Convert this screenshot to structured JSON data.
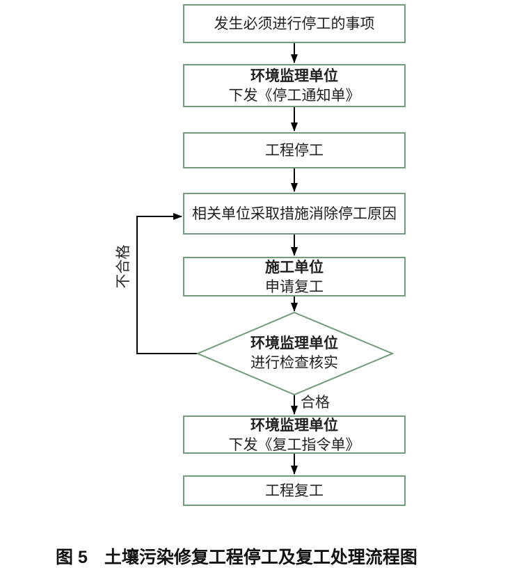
{
  "diagram": {
    "type": "flowchart",
    "nodes": [
      {
        "id": "stop-event",
        "shape": "rect",
        "lines": [
          "发生必须进行停工的事项"
        ]
      },
      {
        "id": "supervisor-notice",
        "shape": "rect",
        "lines": [
          "环境监理单位",
          "下发《停工通知单》"
        ]
      },
      {
        "id": "work-stop",
        "shape": "rect",
        "lines": [
          "工程停工"
        ]
      },
      {
        "id": "eliminate-cause",
        "shape": "rect",
        "lines": [
          "相关单位采取措施消除停工原因"
        ]
      },
      {
        "id": "apply-resume",
        "shape": "rect",
        "lines": [
          "施工单位",
          "申请复工"
        ]
      },
      {
        "id": "inspect-verify",
        "shape": "diamond",
        "lines": [
          "环境监理单位",
          "进行检查核实"
        ]
      },
      {
        "id": "resume-order",
        "shape": "rect",
        "lines": [
          "环境监理单位",
          "下发《复工指令单》"
        ]
      },
      {
        "id": "work-resume",
        "shape": "rect",
        "lines": [
          "工程复工"
        ]
      }
    ],
    "edges": [
      {
        "from": "stop-event",
        "to": "supervisor-notice",
        "label": ""
      },
      {
        "from": "supervisor-notice",
        "to": "work-stop",
        "label": ""
      },
      {
        "from": "work-stop",
        "to": "eliminate-cause",
        "label": ""
      },
      {
        "from": "eliminate-cause",
        "to": "apply-resume",
        "label": ""
      },
      {
        "from": "apply-resume",
        "to": "inspect-verify",
        "label": ""
      },
      {
        "from": "inspect-verify",
        "to": "resume-order",
        "label": "合格"
      },
      {
        "from": "inspect-verify",
        "to": "eliminate-cause",
        "label": "不合格"
      },
      {
        "from": "resume-order",
        "to": "work-resume",
        "label": ""
      }
    ],
    "edge_labels": {
      "pass": "合格",
      "fail": "不合格"
    }
  },
  "caption": {
    "prefix": "图 5",
    "title": "土壤污染修复工程停工及复工处理流程图"
  },
  "colors": {
    "shape_border": "#6f9b79",
    "connector": "#000000",
    "text": "#1f1f1f",
    "background": "#ffffff"
  }
}
